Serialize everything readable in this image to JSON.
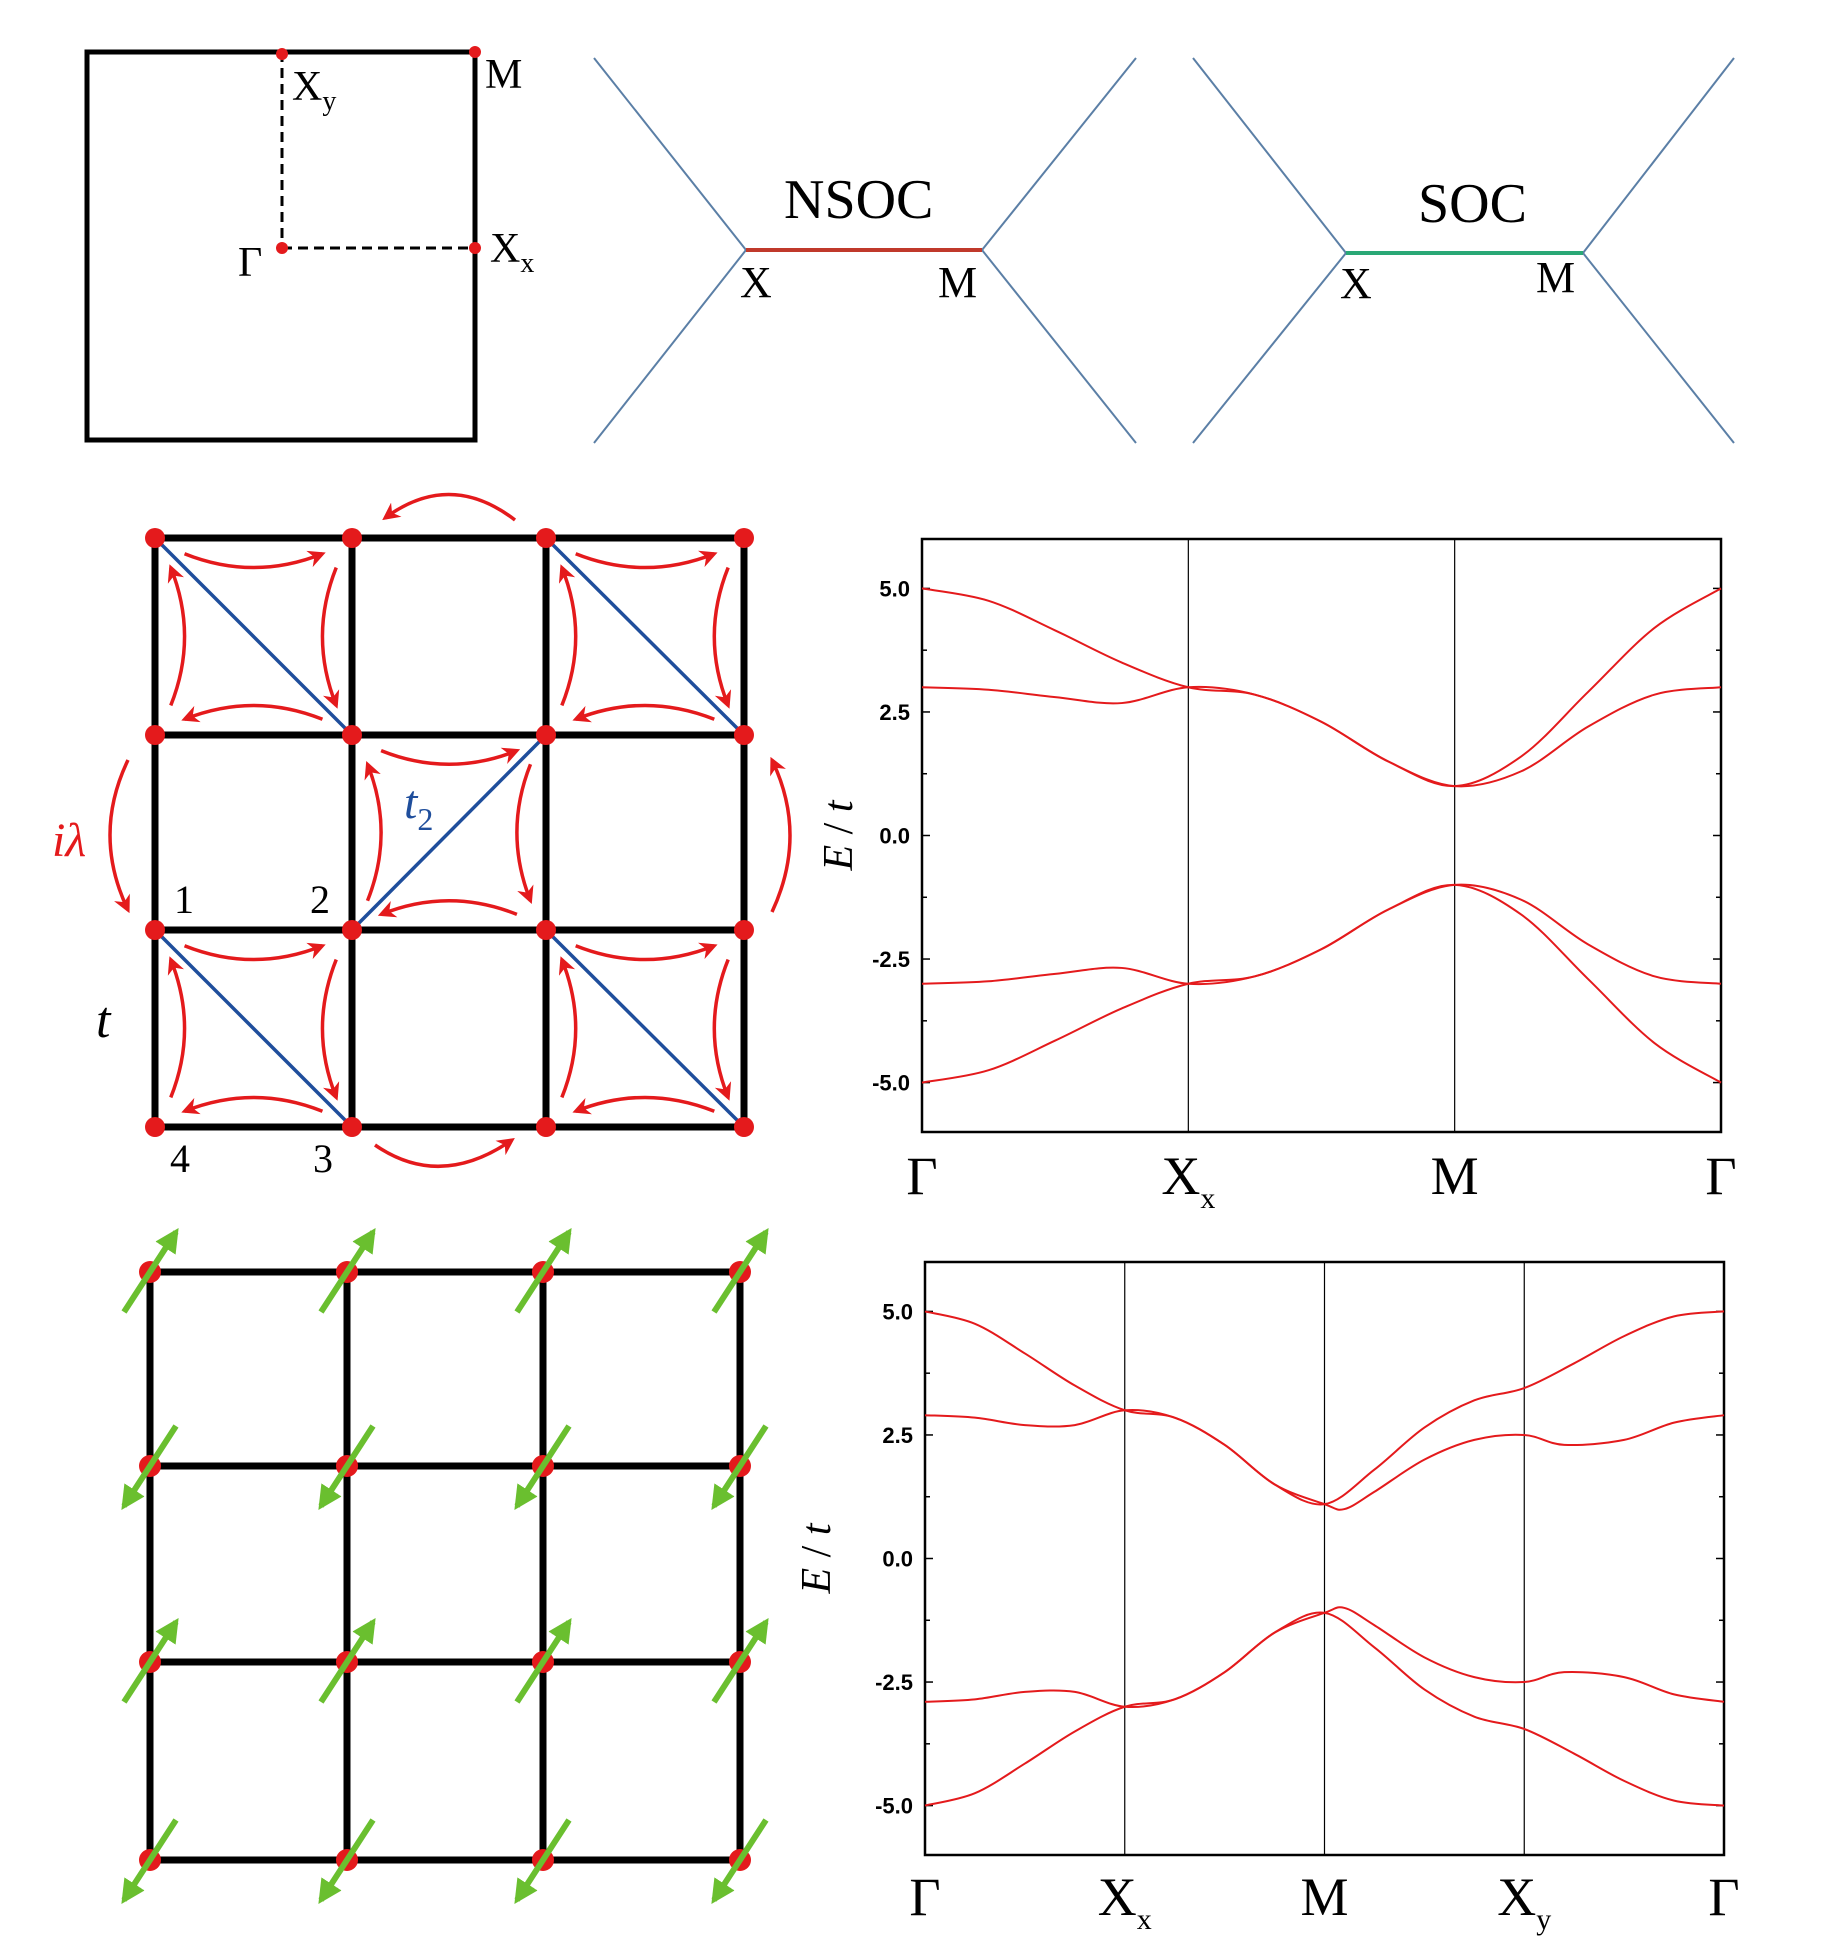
{
  "bz_panel": {
    "labels": {
      "Xy_main": "X",
      "Xy_sub": "y",
      "M": "M",
      "Gamma": "Γ",
      "Xx_main": "X",
      "Xx_sub": "x"
    }
  },
  "dispersion_panels": [
    {
      "title": "NSOC",
      "left": "X",
      "right": "M",
      "segment_color": "#c0392b"
    },
    {
      "title": "SOC",
      "left": "X",
      "right": "M",
      "segment_color": "#2aa876"
    }
  ],
  "lattice_panel": {
    "labels": {
      "ilambda_i": "i",
      "ilambda_l": "λ",
      "t2_t": "t",
      "t2_sub": "2",
      "t": "t",
      "site1": "1",
      "site2": "2",
      "site3": "3",
      "site4": "4"
    }
  },
  "colors": {
    "band": "#e41a1c",
    "hop_arrow": "#e41a1c",
    "t2_line": "#1f4e9c",
    "spin_arrow": "#6abf2f",
    "site": "#e41a1c",
    "disp_line": "#5b7fa6"
  },
  "chart_data": [
    {
      "type": "line",
      "ylabel_main": "E",
      "ylabel_sep": " / ",
      "ylabel_var": "t",
      "ylim": [
        -6,
        6
      ],
      "yticks": [
        "5.0",
        "2.5",
        "0.0",
        "-2.5",
        "-5.0"
      ],
      "ytick_values": [
        5,
        2.5,
        0,
        -2.5,
        -5
      ],
      "k_labels": [
        {
          "main": "Γ",
          "sub": ""
        },
        {
          "main": "X",
          "sub": "x"
        },
        {
          "main": "M",
          "sub": ""
        },
        {
          "main": "Γ",
          "sub": ""
        }
      ],
      "k_positions": [
        0,
        1,
        2,
        3
      ],
      "series": [
        {
          "values": [
            [
              0,
              5.0
            ],
            [
              0.25,
              4.75
            ],
            [
              0.5,
              4.15
            ],
            [
              0.75,
              3.5
            ],
            [
              1,
              3.0
            ],
            [
              1.25,
              2.85
            ],
            [
              1.5,
              2.3
            ],
            [
              1.75,
              1.5
            ],
            [
              2,
              1.0
            ],
            [
              2.25,
              1.6
            ],
            [
              2.5,
              2.9
            ],
            [
              2.75,
              4.2
            ],
            [
              3,
              5.0
            ]
          ]
        },
        {
          "values": [
            [
              0,
              3.0
            ],
            [
              0.25,
              2.95
            ],
            [
              0.5,
              2.8
            ],
            [
              0.75,
              2.68
            ],
            [
              1,
              3.0
            ],
            [
              1.25,
              2.85
            ],
            [
              1.5,
              2.3
            ],
            [
              1.75,
              1.5
            ],
            [
              2,
              1.0
            ],
            [
              2.25,
              1.3
            ],
            [
              2.5,
              2.2
            ],
            [
              2.75,
              2.85
            ],
            [
              3,
              3.0
            ]
          ]
        },
        {
          "values": [
            [
              0,
              -3.0
            ],
            [
              0.25,
              -2.95
            ],
            [
              0.5,
              -2.8
            ],
            [
              0.75,
              -2.68
            ],
            [
              1,
              -3.0
            ],
            [
              1.25,
              -2.85
            ],
            [
              1.5,
              -2.3
            ],
            [
              1.75,
              -1.5
            ],
            [
              2,
              -1.0
            ],
            [
              2.25,
              -1.3
            ],
            [
              2.5,
              -2.2
            ],
            [
              2.75,
              -2.85
            ],
            [
              3,
              -3.0
            ]
          ]
        },
        {
          "values": [
            [
              0,
              -5.0
            ],
            [
              0.25,
              -4.75
            ],
            [
              0.5,
              -4.15
            ],
            [
              0.75,
              -3.5
            ],
            [
              1,
              -3.0
            ],
            [
              1.25,
              -2.85
            ],
            [
              1.5,
              -2.3
            ],
            [
              1.75,
              -1.5
            ],
            [
              2,
              -1.0
            ],
            [
              2.25,
              -1.6
            ],
            [
              2.5,
              -2.9
            ],
            [
              2.75,
              -4.2
            ],
            [
              3,
              -5.0
            ]
          ]
        }
      ]
    },
    {
      "type": "line",
      "ylabel_main": "E",
      "ylabel_sep": " / ",
      "ylabel_var": "t",
      "ylim": [
        -6,
        6
      ],
      "yticks": [
        "5.0",
        "2.5",
        "0.0",
        "-2.5",
        "-5.0"
      ],
      "ytick_values": [
        5,
        2.5,
        0,
        -2.5,
        -5
      ],
      "k_labels": [
        {
          "main": "Γ",
          "sub": ""
        },
        {
          "main": "X",
          "sub": "x"
        },
        {
          "main": "M",
          "sub": ""
        },
        {
          "main": "X",
          "sub": "y"
        },
        {
          "main": "Γ",
          "sub": ""
        }
      ],
      "k_positions": [
        0,
        1,
        2,
        3,
        4
      ],
      "series": [
        {
          "values": [
            [
              0,
              5.0
            ],
            [
              0.25,
              4.75
            ],
            [
              0.5,
              4.15
            ],
            [
              0.75,
              3.5
            ],
            [
              1,
              3.0
            ],
            [
              1.25,
              2.85
            ],
            [
              1.5,
              2.3
            ],
            [
              1.75,
              1.5
            ],
            [
              2,
              1.1
            ],
            [
              2.25,
              1.8
            ],
            [
              2.5,
              2.65
            ],
            [
              2.75,
              3.2
            ],
            [
              3,
              3.45
            ],
            [
              3.25,
              3.95
            ],
            [
              3.5,
              4.5
            ],
            [
              3.75,
              4.9
            ],
            [
              4,
              5.0
            ]
          ]
        },
        {
          "values": [
            [
              0,
              2.9
            ],
            [
              0.25,
              2.85
            ],
            [
              0.5,
              2.7
            ],
            [
              0.75,
              2.7
            ],
            [
              1,
              3.0
            ],
            [
              1.25,
              2.85
            ],
            [
              1.5,
              2.3
            ],
            [
              1.75,
              1.5
            ],
            [
              2,
              1.1
            ],
            [
              2.1,
              1.0
            ],
            [
              2.25,
              1.35
            ],
            [
              2.5,
              2.0
            ],
            [
              2.75,
              2.4
            ],
            [
              3,
              2.5
            ],
            [
              3.2,
              2.3
            ],
            [
              3.5,
              2.4
            ],
            [
              3.75,
              2.75
            ],
            [
              4,
              2.9
            ]
          ]
        },
        {
          "values": [
            [
              0,
              -2.9
            ],
            [
              0.25,
              -2.85
            ],
            [
              0.5,
              -2.7
            ],
            [
              0.75,
              -2.7
            ],
            [
              1,
              -3.0
            ],
            [
              1.25,
              -2.85
            ],
            [
              1.5,
              -2.3
            ],
            [
              1.75,
              -1.5
            ],
            [
              2,
              -1.1
            ],
            [
              2.1,
              -1.0
            ],
            [
              2.25,
              -1.35
            ],
            [
              2.5,
              -2.0
            ],
            [
              2.75,
              -2.4
            ],
            [
              3,
              -2.5
            ],
            [
              3.2,
              -2.3
            ],
            [
              3.5,
              -2.4
            ],
            [
              3.75,
              -2.75
            ],
            [
              4,
              -2.9
            ]
          ]
        },
        {
          "values": [
            [
              0,
              -5.0
            ],
            [
              0.25,
              -4.75
            ],
            [
              0.5,
              -4.15
            ],
            [
              0.75,
              -3.5
            ],
            [
              1,
              -3.0
            ],
            [
              1.25,
              -2.85
            ],
            [
              1.5,
              -2.3
            ],
            [
              1.75,
              -1.5
            ],
            [
              2,
              -1.1
            ],
            [
              2.25,
              -1.8
            ],
            [
              2.5,
              -2.65
            ],
            [
              2.75,
              -3.2
            ],
            [
              3,
              -3.45
            ],
            [
              3.25,
              -3.95
            ],
            [
              3.5,
              -4.5
            ],
            [
              3.75,
              -4.9
            ],
            [
              4,
              -5.0
            ]
          ]
        }
      ]
    }
  ]
}
